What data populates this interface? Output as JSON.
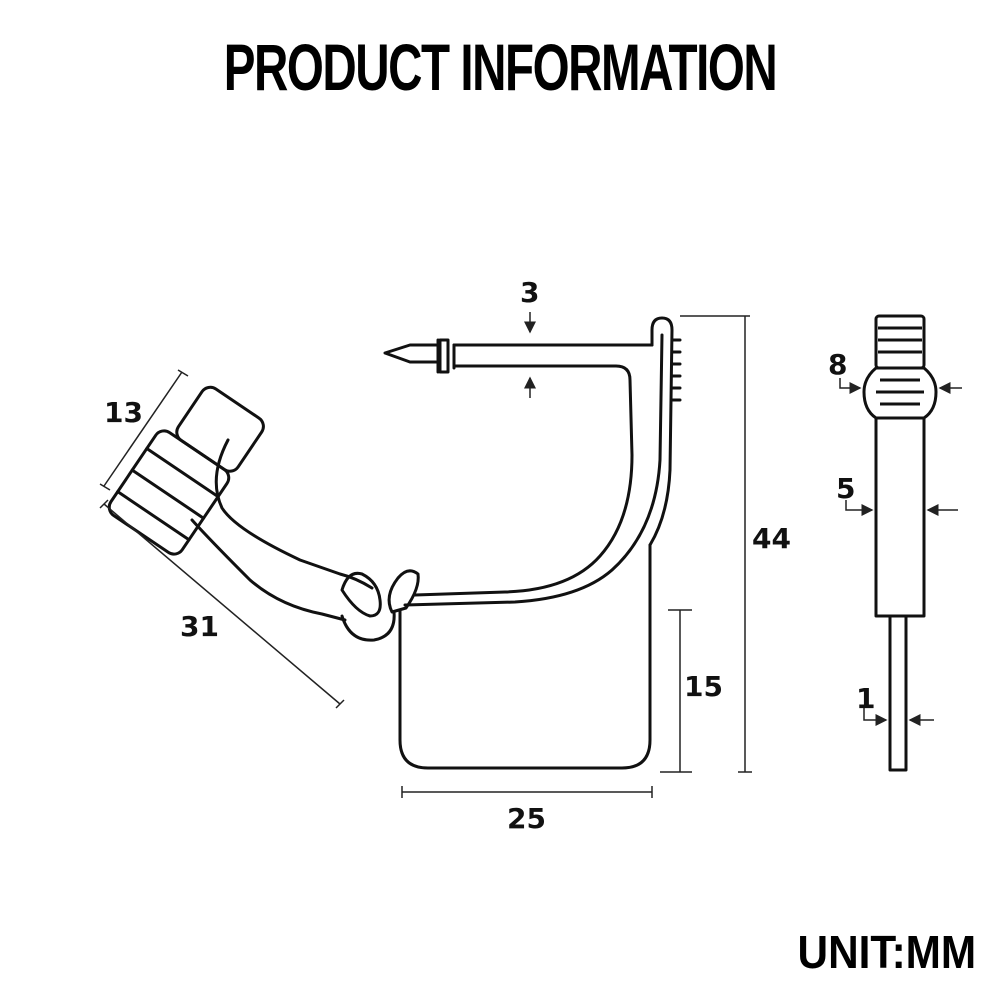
{
  "title": "PRODUCT INFORMATION",
  "unit": "UNIT:MM",
  "dimensions": {
    "pin_width": "3",
    "clip_height": "44",
    "hook_diameter": "13",
    "arm_length": "31",
    "base_height": "15",
    "base_width": "25",
    "head_width": "8",
    "shaft_width": "5",
    "tip_width": "1"
  }
}
